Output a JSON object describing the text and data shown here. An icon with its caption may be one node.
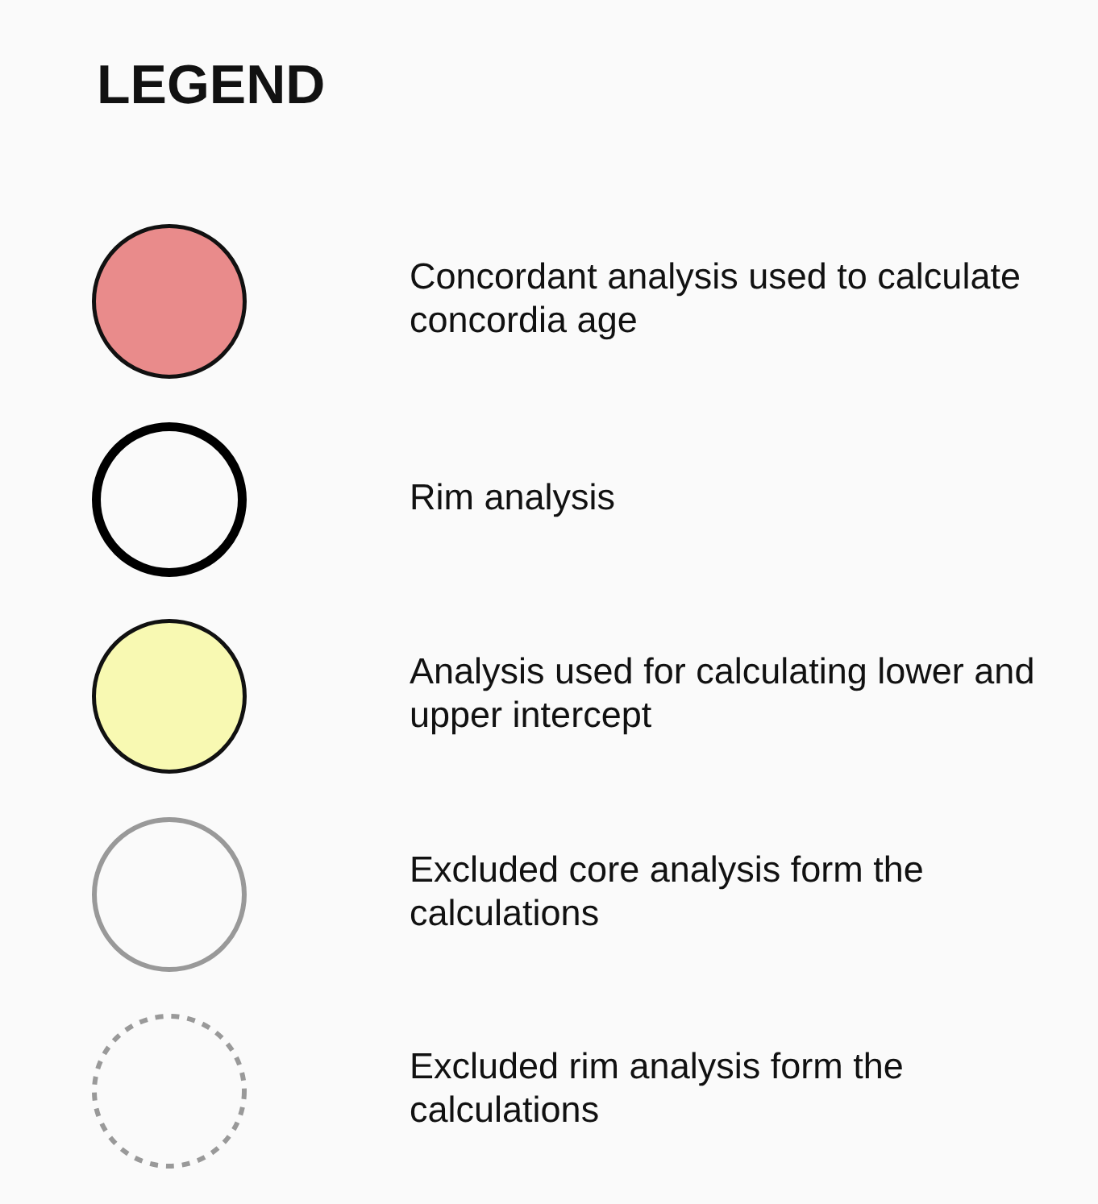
{
  "diagram": {
    "title": "LEGEND",
    "legend": [
      {
        "text": "Concordant analysis used to calculate concordia age",
        "color": "#e98b8b"
      },
      {
        "text": "Rim analysis"
      },
      {
        "text": "Analysis used for calculating lower and upper intercept",
        "color": "#f8f9b2"
      },
      {
        "text": "Excluded core analysis form the calculations"
      },
      {
        "text": "Excluded rim analysis form the calculations"
      }
    ]
  }
}
